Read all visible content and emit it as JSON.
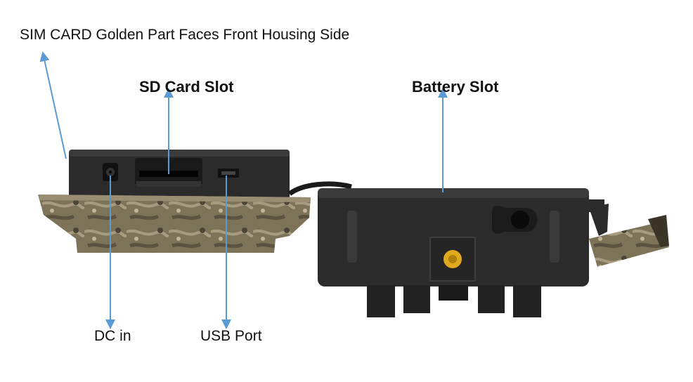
{
  "labels": {
    "sim": "SIM CARD Golden Part Faces Front Housing Side",
    "sd": "SD Card Slot",
    "battery": "Battery Slot",
    "dc": "DC in",
    "usb": "USB Port"
  },
  "colors": {
    "arrow": "#5b9bd5",
    "housing": "#2b2b2b",
    "housing_dark": "#1a1a1a",
    "camo_base": "#7d7359",
    "camo_light": "#a89c80",
    "brass": "#e0a81c"
  }
}
